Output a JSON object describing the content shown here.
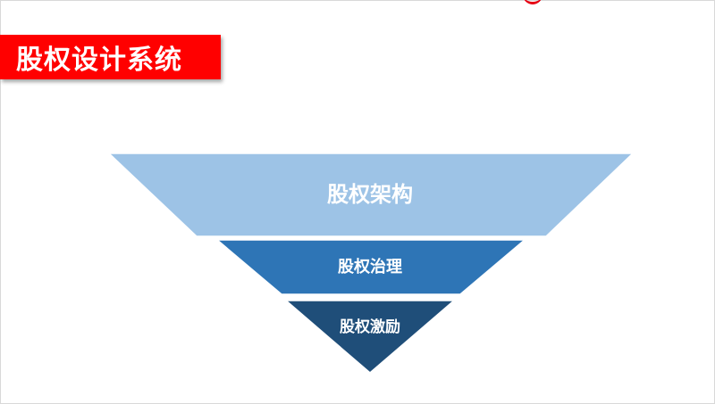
{
  "slide": {
    "title": "股权设计系统"
  },
  "diagram": {
    "type": "inverted-pyramid",
    "levels": [
      {
        "label": "股权架构",
        "color": "#9dc3e6"
      },
      {
        "label": "股权治理",
        "color": "#2e75b6"
      },
      {
        "label": "股权激励",
        "color": "#1f4e79"
      }
    ]
  },
  "colors": {
    "title_bar": "#ff0000",
    "accent": "#e60012",
    "tier_stroke": "#ffffff"
  }
}
